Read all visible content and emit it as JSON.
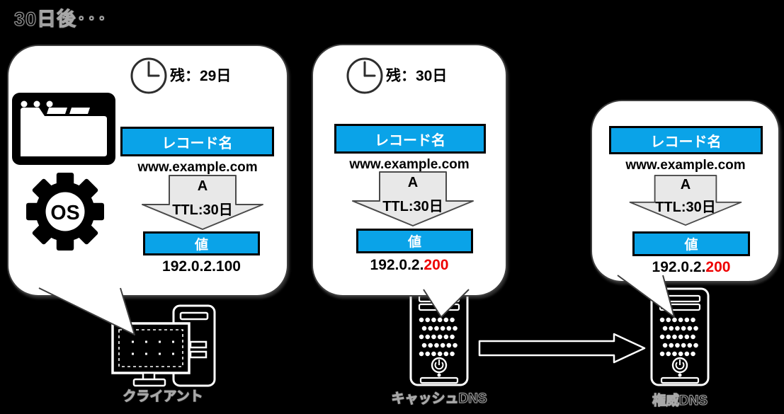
{
  "title": "30日後･･･",
  "colors": {
    "background": "#000000",
    "accent_blue": "#0AA3E8",
    "highlight_red": "#EE0000",
    "bubble_fill": "#FFFFFF",
    "arrow_gray": "#E8E8E8"
  },
  "icons": {
    "clock": "clock-icon",
    "browser": "browser-window-icon",
    "os_gear": "os-gear-icon",
    "client": "desktop-computer-icon",
    "dns_server": "server-icon",
    "flow_arrow": "right-arrow-icon",
    "record_arrow": "down-arrow-icon"
  },
  "bubbles": [
    {
      "id": "client",
      "clock_label": "残：29日",
      "os_label": "OS",
      "record_label": "レコード名",
      "record_name": "www.example.com",
      "record_type": "A",
      "ttl_label": "TTL:30日",
      "value_label": "値",
      "ip_black": "192.0.2.100",
      "ip_red": ""
    },
    {
      "id": "cache",
      "clock_label": "残：30日",
      "record_label": "レコード名",
      "record_name": "www.example.com",
      "record_type": "A",
      "ttl_label": "TTL:30日",
      "value_label": "値",
      "ip_black": "192.0.2.",
      "ip_red": "200"
    },
    {
      "id": "auth",
      "record_label": "レコード名",
      "record_name": "www.example.com",
      "record_type": "A",
      "ttl_label": "TTL:30日",
      "value_label": "値",
      "ip_black": "192.0.2.",
      "ip_red": "200"
    }
  ],
  "devices": [
    {
      "label": "クライアント"
    },
    {
      "label": "キャッシュDNS"
    },
    {
      "label": "権威DNS"
    }
  ]
}
